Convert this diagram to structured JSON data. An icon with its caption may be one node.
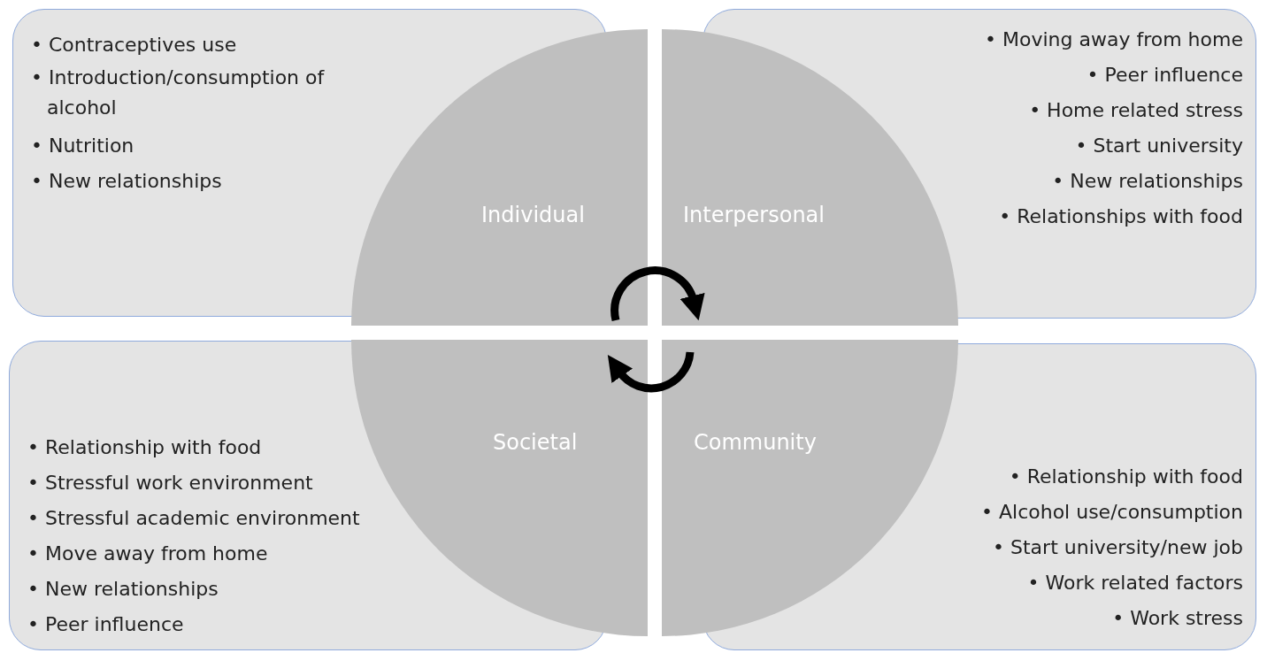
{
  "diagram": {
    "nodes": [
      {
        "text": [
          "• Contraceptives use",
          "• Introduction/consumption of alcohol",
          "• Nutrition",
          "• New relationships"
        ]
      },
      {
        "text": [
          "• Moving away from home",
          "• Peer influence",
          "• Home related stress",
          "• Start university",
          "• New relationships",
          "• Relationships with food"
        ]
      },
      {
        "text": [
          "• Relationship with food",
          "• Stressful work environment",
          "• Stressful academic environment",
          "• Move away from home",
          "• New relationships",
          "• Peer influence"
        ]
      },
      {
        "text": [
          "• Relationship with food",
          "• Alcohol use/consumption",
          "• Start university/new job",
          "• Work related factors",
          "• Work stress"
        ]
      },
      {
        "text": [
          "Individual"
        ]
      },
      {
        "text": [
          "Interpersonal"
        ]
      },
      {
        "text": [
          "Societal"
        ]
      },
      {
        "text": [
          "Community"
        ]
      }
    ],
    "edges": [
      {
        "from": 4,
        "to": 5,
        "arrow": "to"
      },
      {
        "from": 7,
        "to": 6,
        "arrow": "to"
      }
    ]
  }
}
